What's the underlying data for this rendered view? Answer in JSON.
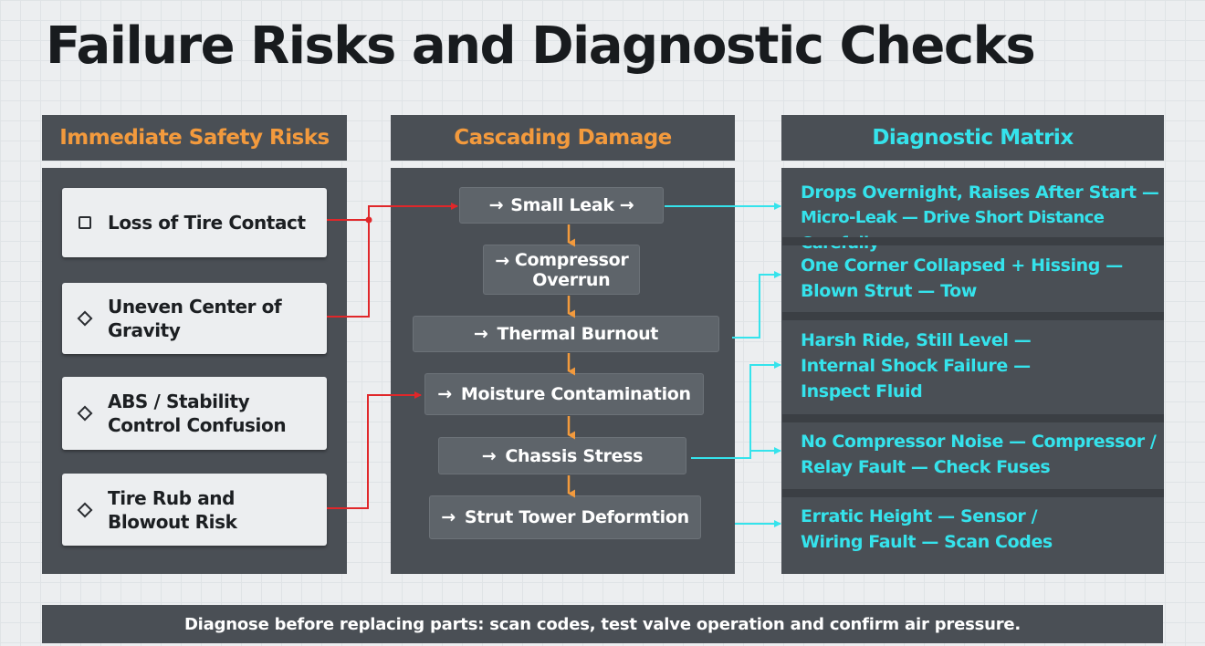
{
  "title": "Failure Risks and Diagnostic Checks",
  "colors": {
    "orange": "#f39a3d",
    "cyan": "#35e3ec",
    "red": "#e0272a",
    "panel": "#4a4f55"
  },
  "columns": {
    "risks": {
      "heading": "Immediate Safety Risks",
      "items": [
        {
          "icon": "square-icon",
          "label": "Loss of Tire Contact"
        },
        {
          "icon": "diamond-icon",
          "label": "Uneven Center of Gravity"
        },
        {
          "icon": "diamond-icon",
          "label": "ABS / Stability Control Confusion"
        },
        {
          "icon": "diamond-icon",
          "label": "Tire Rub and Blowout Risk"
        }
      ]
    },
    "cascade": {
      "heading": "Cascading Damage",
      "steps": [
        {
          "arrow": "→",
          "label": "Small Leak",
          "tail": "→"
        },
        {
          "arrow": "→",
          "label": "Compressor Overrun"
        },
        {
          "arrow": "→",
          "label": "Thermal Burnout"
        },
        {
          "arrow": "→",
          "label": "Moisture Contamination"
        },
        {
          "arrow": "→",
          "label": "Chassis Stress"
        },
        {
          "arrow": "→",
          "label": "Strut Tower Deformtion"
        }
      ]
    },
    "diagnostic": {
      "heading": "Diagnostic Matrix",
      "items": [
        {
          "l1": "Drops Overnight, Raises After Start —",
          "l2": "Micro-Leak — Drive Short Distance Carefully"
        },
        {
          "l1": "One Corner Collapsed + Hissing —",
          "l2": "Blown Strut — Tow"
        },
        {
          "l1": "Harsh Ride, Still Level —",
          "l2": "Internal Shock Failure —",
          "l3": "Inspect Fluid"
        },
        {
          "l1": "No Compressor Noise — Compressor /",
          "l2": "Relay Fault — Check Fuses"
        },
        {
          "l1": "Erratic Height — Sensor /",
          "l2": "Wiring Fault — Scan Codes"
        }
      ]
    }
  },
  "footer": "Diagnose before replacing parts: scan codes, test valve operation and confirm air pressure."
}
